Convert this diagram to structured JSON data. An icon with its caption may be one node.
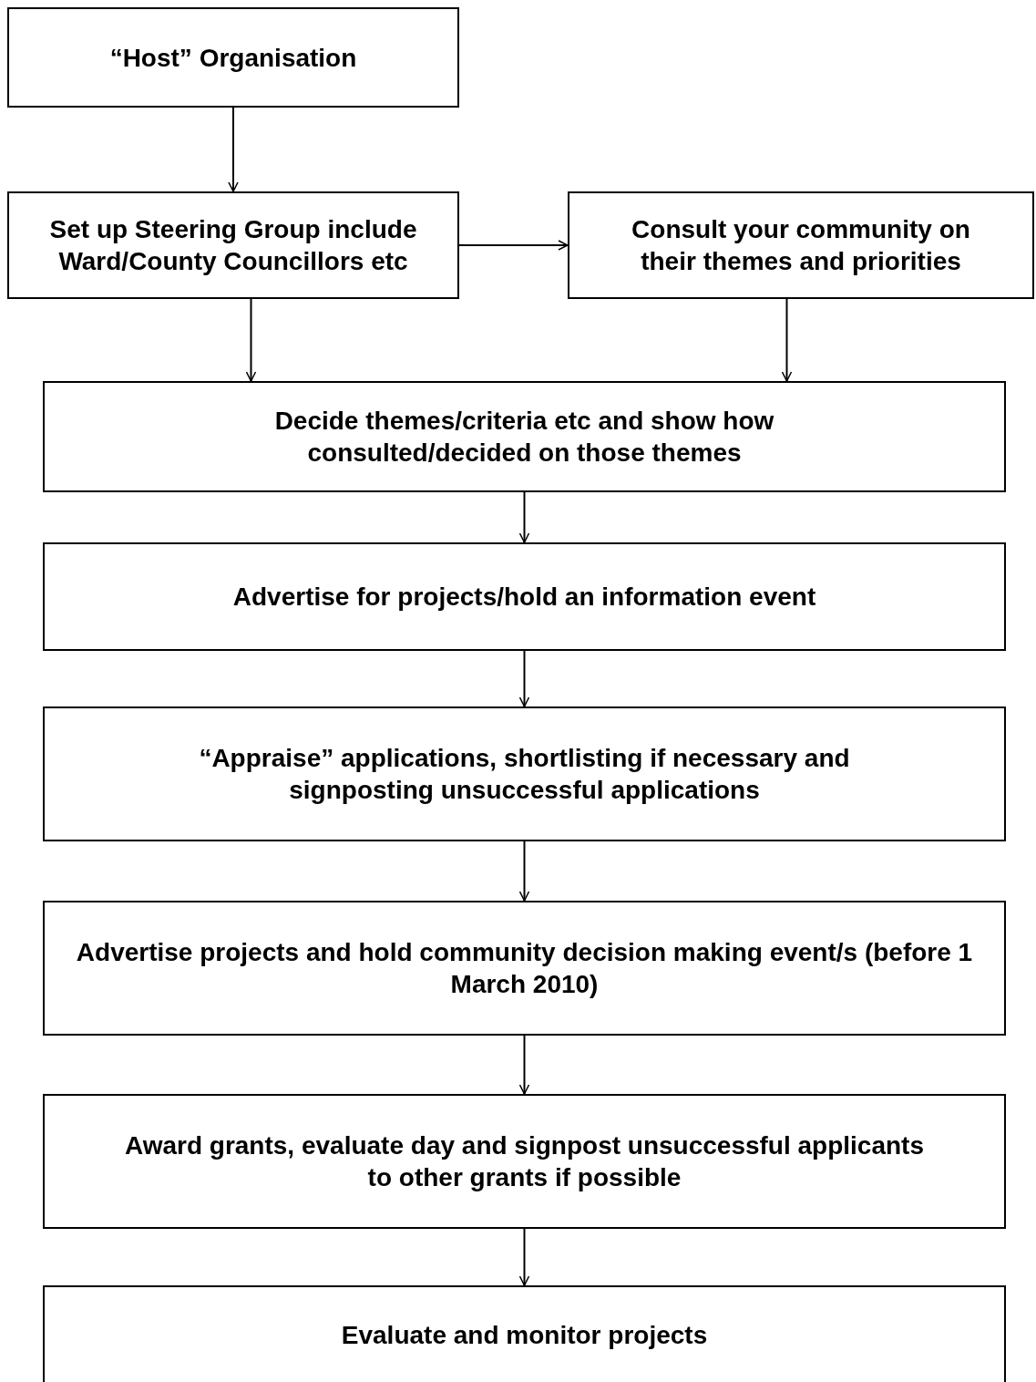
{
  "diagram": {
    "nodes": [
      {
        "text": [
          "“Host” Organisation"
        ]
      },
      {
        "text": [
          "Set up Steering Group include Ward/County Councillors etc"
        ]
      },
      {
        "text": [
          "Consult your community on their themes and priorities"
        ]
      },
      {
        "text": [
          "Decide themes/criteria etc and show how consulted/decided on those themes"
        ]
      },
      {
        "text": [
          "Advertise for projects/hold an information event"
        ]
      },
      {
        "text": [
          "“Appraise” applications, shortlisting if necessary and signposting unsuccessful applications"
        ]
      },
      {
        "text": [
          "Advertise projects and hold community decision making event/s (before 1 March 2010)"
        ]
      },
      {
        "text": [
          "Award grants, evaluate day and signpost unsuccessful applicants to other grants if possible"
        ]
      },
      {
        "text": [
          "Evaluate and monitor projects"
        ]
      }
    ],
    "edges": [
      {
        "from": 0,
        "to": 1,
        "arrow": "to"
      },
      {
        "from": 1,
        "to": 2,
        "arrow": "to"
      },
      {
        "from": 1,
        "to": 3,
        "arrow": "to"
      },
      {
        "from": 2,
        "to": 3,
        "arrow": "to"
      },
      {
        "from": 3,
        "to": 4,
        "arrow": "to"
      },
      {
        "from": 4,
        "to": 5,
        "arrow": "to"
      },
      {
        "from": 5,
        "to": 6,
        "arrow": "to"
      },
      {
        "from": 6,
        "to": 7,
        "arrow": "to"
      },
      {
        "from": 7,
        "to": 8,
        "arrow": "to"
      }
    ]
  }
}
